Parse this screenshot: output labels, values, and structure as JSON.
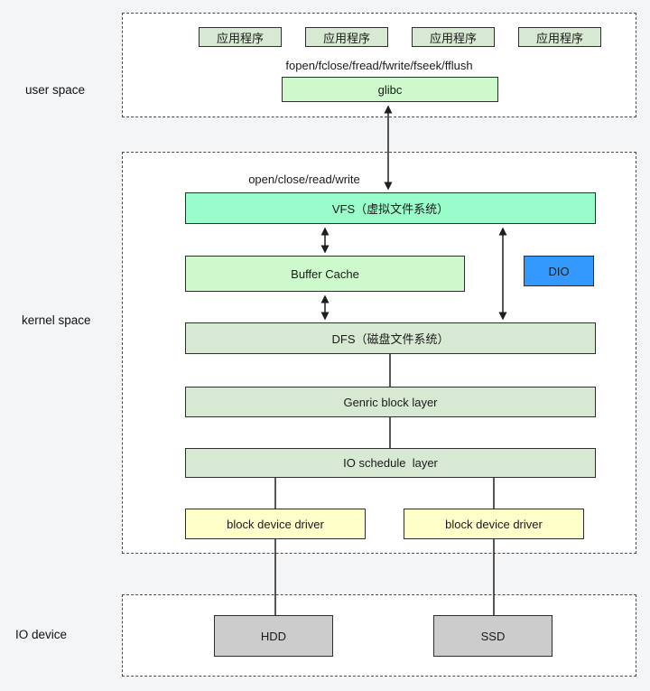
{
  "side_labels": {
    "user_space": "user space",
    "kernel_space": "kernel space",
    "io_device": "IO device"
  },
  "user_space": {
    "app_boxes": [
      "应用程序",
      "应用程序",
      "应用程序",
      "应用程序"
    ],
    "api_text": "fopen/fclose/fread/fwrite/fseek/fflush",
    "glibc_label": "glibc"
  },
  "kernel_space": {
    "syscall_text": "open/close/read/write",
    "vfs_label": "VFS（虚拟文件系统）",
    "buffer_cache_label": "Buffer Cache",
    "dio_label": "DIO",
    "dfs_label": "DFS（磁盘文件系统）",
    "generic_block_label": "Genric block layer",
    "io_schedule_label": "IO schedule  layer",
    "drivers": [
      "block device driver",
      "block device driver"
    ]
  },
  "io_device": {
    "hdd_label": "HDD",
    "ssd_label": "SSD"
  },
  "colors": {
    "background": "#f4f5f6",
    "panel_fill": "#ffffff",
    "dashed_border": "#4b4b4b",
    "sage_green_fill": "#d7e9d2",
    "light_green_fill": "#cdf9cd",
    "mint_fill": "#9afccb",
    "dio_blue_fill": "#3399ff",
    "driver_yellow_fill": "#feffc9",
    "device_gray_fill": "#cccccc",
    "line_color": "#1f1f1f"
  }
}
